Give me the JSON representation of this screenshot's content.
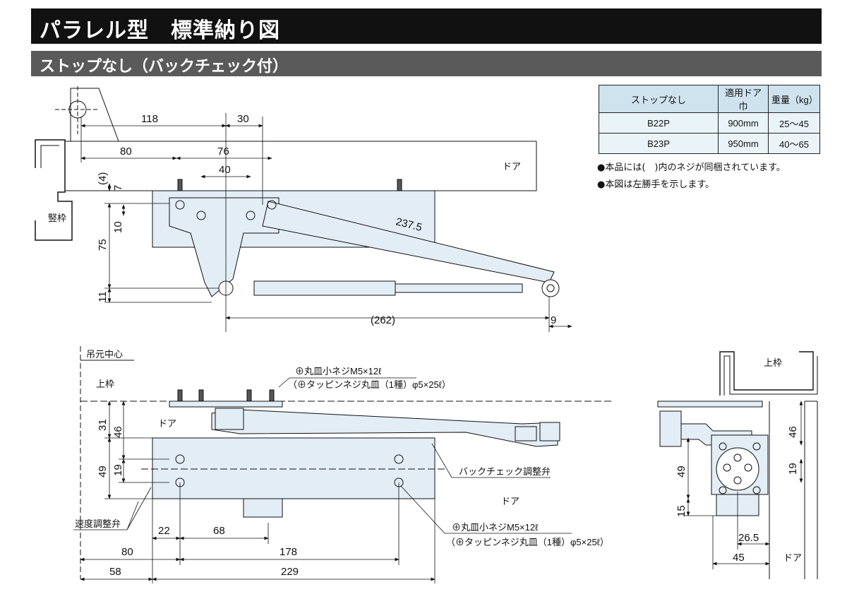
{
  "header": {
    "title": "パラレル型　標準納り図",
    "subtitle": "ストップなし（バックチェック付）"
  },
  "spec_table": {
    "headers": [
      "ストップなし",
      "適用ドア巾",
      "重量（kg）"
    ],
    "rows": [
      {
        "model": "B22P",
        "width": "900mm",
        "weight": "25〜45"
      },
      {
        "model": "B23P",
        "width": "950mm",
        "weight": "40〜65"
      }
    ]
  },
  "notes": [
    "●本品には(　)内のネジが同梱されています。",
    "●本図は左勝手を示します。"
  ],
  "top_view": {
    "dims": {
      "d118": "118",
      "d30": "30",
      "d80": "80",
      "d76": "76",
      "d40": "40",
      "d4": "(4)",
      "d7": "7",
      "d10": "10",
      "d75": "75",
      "d11": "11",
      "d237": "237.5",
      "d262": "(262)",
      "d9": "9"
    },
    "labels": {
      "door": "ドア",
      "frame": "竪枠"
    }
  },
  "front_view": {
    "dims": {
      "d31": "31",
      "d46": "46",
      "d49": "49",
      "d19": "19",
      "d22": "22",
      "d68": "68",
      "d80": "80",
      "d178": "178",
      "d58": "58",
      "d229": "229"
    },
    "labels": {
      "center": "吊元中心",
      "top_frame": "上枠",
      "door": "ドア",
      "door2": "ドア",
      "screw1a": "⊕丸皿小ネジM5×12ℓ",
      "screw1b": "（⊕タッピンネジ丸皿（1種）φ5×25ℓ）",
      "backcheck": "バックチェック調整弁",
      "speed": "速度調整弁",
      "screw2a": "⊕丸皿小ネジM5×12ℓ",
      "screw2b": "（⊕タッピンネジ丸皿（1種）φ5×25ℓ）"
    }
  },
  "side_view": {
    "dims": {
      "d46": "46",
      "d19": "19",
      "d49": "49",
      "d15": "15",
      "d265": "26.5",
      "d45": "45"
    },
    "labels": {
      "top_frame": "上枠",
      "door": "ドア"
    }
  }
}
